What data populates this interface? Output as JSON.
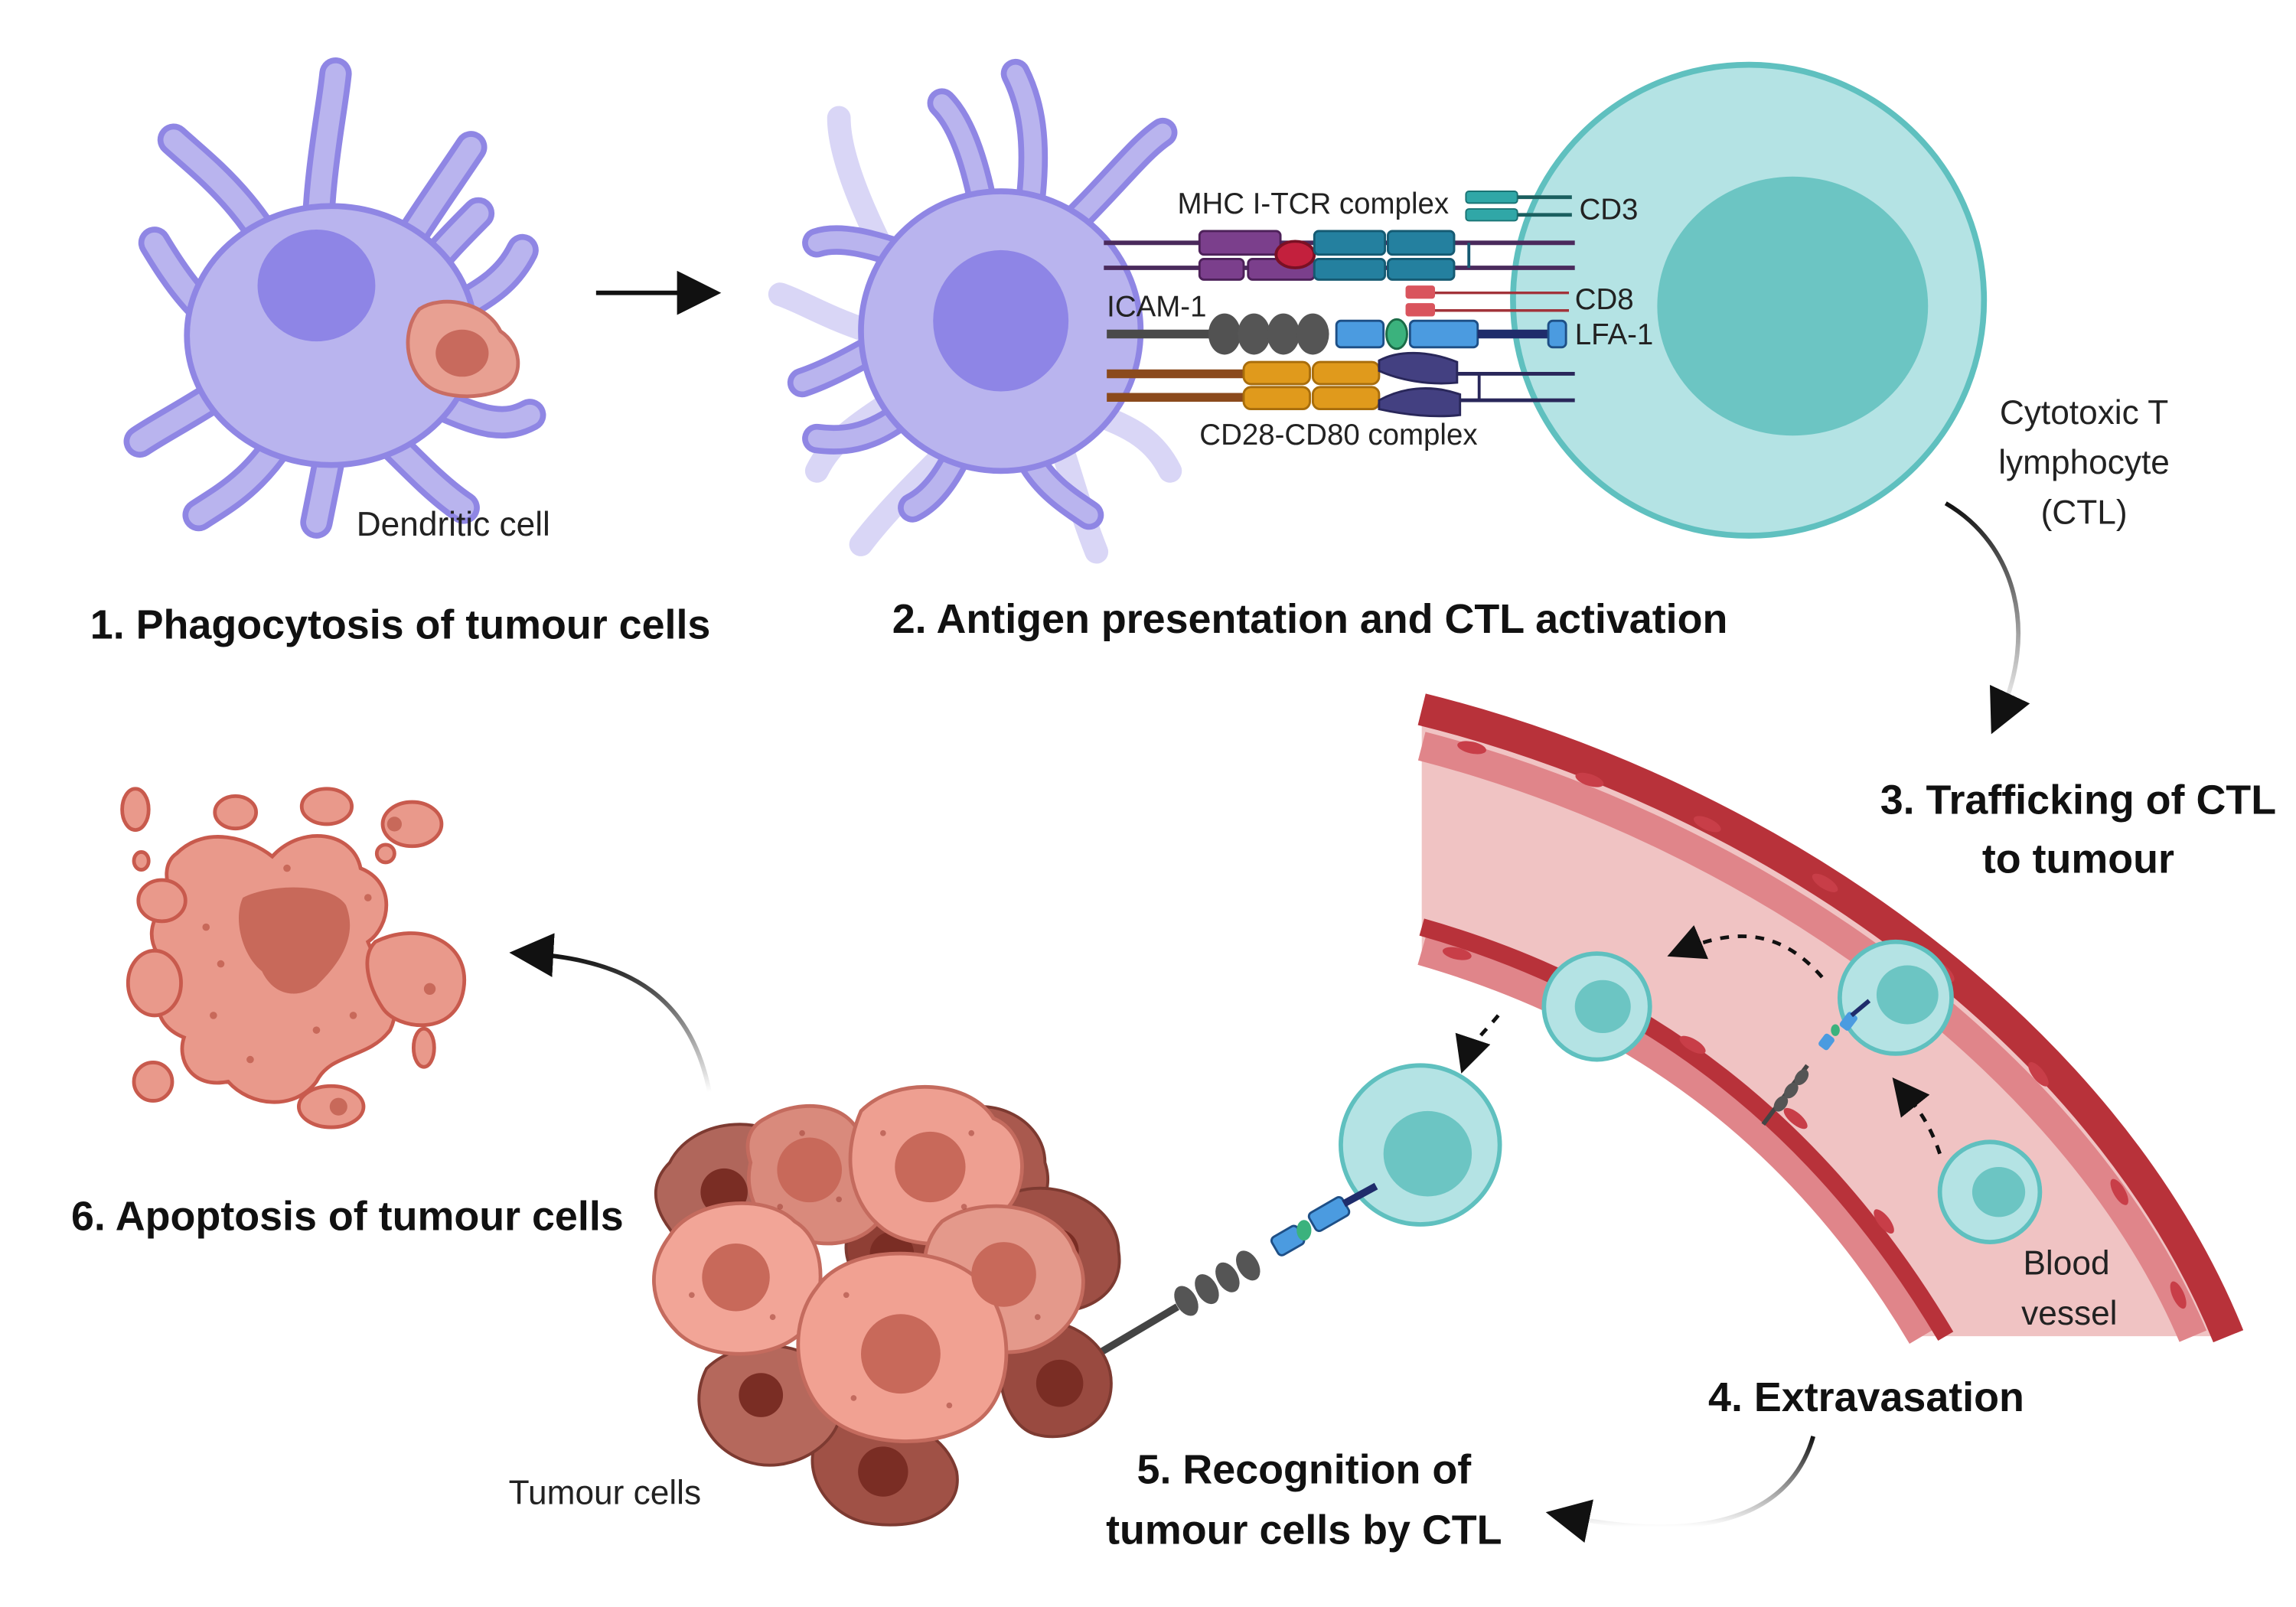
{
  "steps": {
    "s1": "1. Phagocytosis of tumour cells",
    "s2": "2. Antigen presentation and CTL activation",
    "s3_line1": "3. Trafficking of CTL",
    "s3_line2": "to tumour",
    "s4": "4. Extravasation",
    "s5_line1": "5. Recognition of",
    "s5_line2": "tumour cells by CTL",
    "s6": "6. Apoptosis of tumour cells"
  },
  "labels": {
    "dendritic_cell": "Dendritic cell",
    "mhc_tcr": "MHC I-TCR complex",
    "cd3": "CD3",
    "cd8": "CD8",
    "icam1": "ICAM-1",
    "lfa1": "LFA-1",
    "cd28_cd80": "CD28-CD80 complex",
    "ctl_line1": "Cytotoxic T",
    "ctl_line2": "lymphocyte",
    "ctl_line3": "(CTL)",
    "blood_line1": "Blood",
    "blood_line2": "vessel",
    "tumour_cells": "Tumour cells"
  },
  "colors": {
    "dendritic": "#b9b4ee",
    "dendritic_nucleus": "#8e85e6",
    "tcell": "#b4e3e4",
    "tcell_nucleus": "#6cc5c3",
    "vessel": "#c0373f",
    "tumour": "#e39a8d"
  }
}
